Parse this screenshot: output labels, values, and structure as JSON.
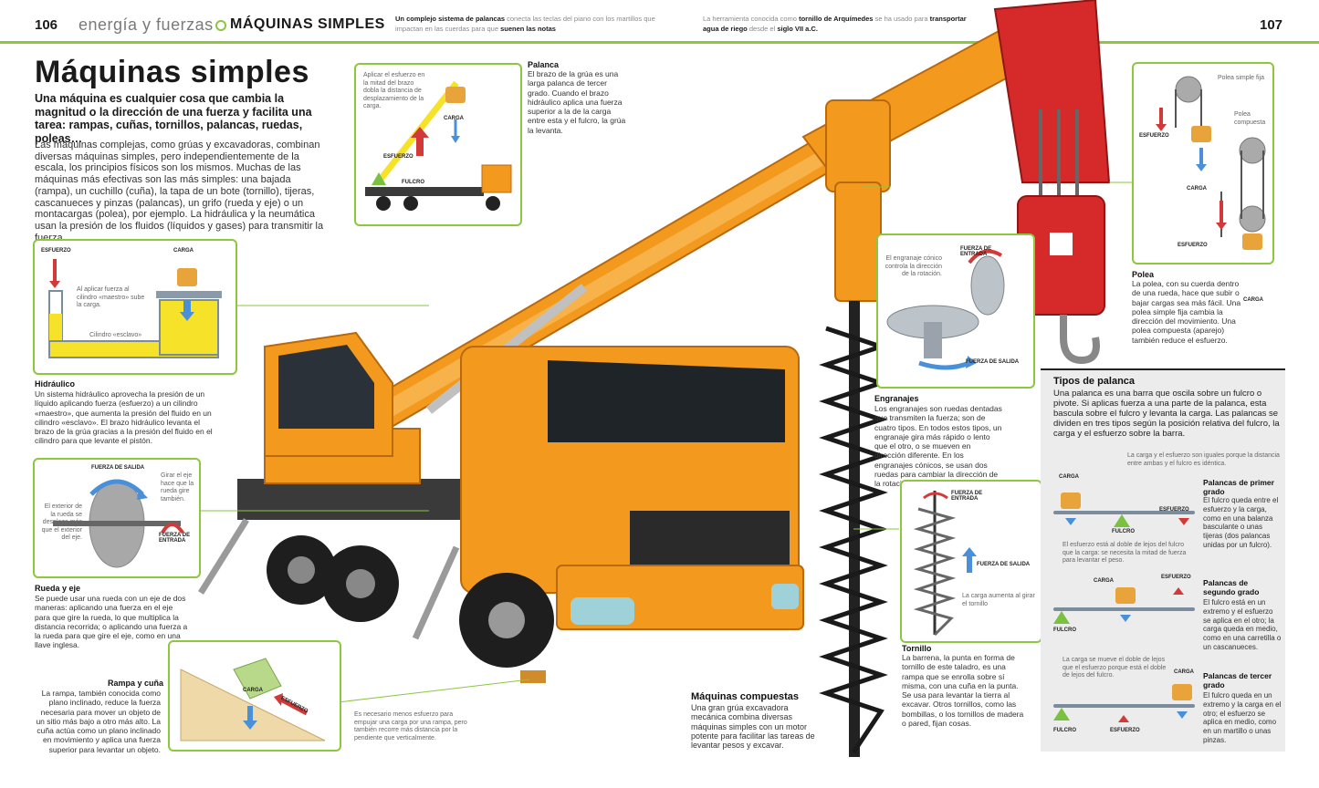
{
  "header": {
    "left_page": "106",
    "section": "energía y fuerzas",
    "chapter": "MÁQUINAS SIMPLES",
    "fact1_bold": "Un complejo sistema de palancas",
    "fact1_a": "conecta las teclas del piano con los",
    "fact1_b": "martillos que impactan en las cuerdas para que",
    "fact1_c": "suenen las notas",
    "fact2_a": "La herramienta conocida como",
    "fact2_bold": "tornillo de Arquímedes",
    "fact2_b": "se ha usado",
    "fact2_c": "para",
    "fact2_bold2": "transportar agua de riego",
    "fact2_d": "desde el",
    "fact2_bold3": "siglo VII a.C.",
    "right_page": "107"
  },
  "main": {
    "title": "Máquinas simples",
    "intro": "Una máquina es cualquier cosa que cambia la magnitud o la dirección de una fuerza y facilita una tarea: rampas, cuñas, tornillos, palancas, ruedas, poleas…",
    "body": "Las máquinas complejas, como grúas y excavadoras, combinan diversas máquinas simples, pero independientemente de la escala, los principios físicos son los mismos. Muchas de las máquinas más efectivas son las más simples: una bajada (rampa), un cuchillo (cuña), la tapa de un bote (tornillo), tijeras, cascanueces y pinzas (palancas), un grifo (rueda y eje) o un montacargas (polea), por ejemplo. La hidráulica y la neumática usan la presión de los fluidos (líquidos y gases) para transmitir la fuerza."
  },
  "hydraulic": {
    "label_esfuerzo": "ESFUERZO",
    "label_carga": "CARGA",
    "cap_maestro": "Al aplicar fuerza al cilindro «maestro» sube la carga.",
    "cap_esclavo": "Cilindro «esclavo»",
    "heading": "Hidráulico",
    "text": "Un sistema hidráulico aprovecha la presión de un líquido aplicando fuerza (esfuerzo) a un cilindro «maestro», que aumenta la presión del fluido en un cilindro «esclavo». El brazo hidráulico levanta el brazo de la grúa gracias a la presión del fluido en el cilindro para que levante el pistón."
  },
  "wheel": {
    "label_salida": "FUERZA DE SALIDA",
    "label_entrada": "FUERZA DE ENTRADA",
    "cap_girar": "Girar el eje hace que la rueda gire también.",
    "cap_exterior": "El exterior de la rueda se desplaza más que el exterior del eje.",
    "heading": "Rueda y eje",
    "text": "Se puede usar una rueda con un eje de dos maneras: aplicando una fuerza en el eje para que gire la rueda, lo que multiplica la distancia recorrida; o aplicando una fuerza a la rueda para que gire el eje, como en una llave inglesa."
  },
  "ramp": {
    "heading": "Rampa y cuña",
    "text": "La rampa, también conocida como plano inclinado, reduce la fuerza necesaria para mover un objeto de un sitio más bajo a otro más alto. La cuña actúa como un plano inclinado en movimiento y aplica una fuerza superior para levantar un objeto.",
    "label_carga": "CARGA",
    "label_esfuerzo": "ESFUERZO",
    "cap": "Es necesario menos esfuerzo para empujar una carga por una rampa, pero también recorre más distancia por la pendiente que verticalmente."
  },
  "lever_inset": {
    "cap": "Aplicar el esfuerzo en la mitad del brazo dobla la distancia de desplazamiento de la carga.",
    "label_carga": "CARGA",
    "label_esfuerzo": "ESFUERZO",
    "label_fulcro": "FULCRO",
    "heading": "Palanca",
    "text": "El brazo de la grúa es una larga palanca de tercer grado. Cuando el brazo hidráulico aplica una fuerza superior a la de la carga entre esta y el fulcro, la grúa la levanta."
  },
  "gears": {
    "cap": "El engranaje cónico controla la dirección de la rotación.",
    "label_entrada": "FUERZA DE ENTRADA",
    "label_salida": "FUERZA DE SALIDA",
    "heading": "Engranajes",
    "text": "Los engranajes son ruedas dentadas que transmiten la fuerza; son de cuatro tipos. En todos estos tipos, un engranaje gira más rápido o lento que el otro, o se mueven en dirección diferente. En los engranajes cónicos, se usan dos ruedas para cambiar la dirección de la rotación."
  },
  "screw": {
    "label_entrada": "FUERZA DE ENTRADA",
    "label_salida": "FUERZA DE SALIDA",
    "cap": "La carga aumenta al girar el tornillo",
    "heading": "Tornillo",
    "text": "La barrena, la punta en forma de tornillo de este taladro, es una rampa que se enrolla sobre sí misma, con una cuña en la punta. Se usa para levantar la tierra al excavar. Otros tornillos, como las bombillas, o los tornillos de madera o pared, fijan cosas."
  },
  "compound": {
    "heading": "Máquinas compuestas",
    "text": "Una gran grúa excavadora mecánica combina diversas máquinas simples con un motor potente para facilitar las tareas de levantar pesos y excavar."
  },
  "pulley": {
    "label_fija": "Polea simple fija",
    "label_compuesta": "Polea compuesta",
    "label_esfuerzo1": "ESFUERZO",
    "label_carga1": "CARGA",
    "label_esfuerzo2": "ESFUERZO",
    "label_carga2": "CARGA",
    "heading": "Polea",
    "text": "La polea, con su cuerda dentro de una rueda, hace que subir o bajar cargas sea más fácil. Una polea simple fija cambia la dirección del movimiento. Una polea compuesta (aparejo) también reduce el esfuerzo."
  },
  "lever_types": {
    "heading": "Tipos de palanca",
    "intro": "Una palanca es una barra que oscila sobre un fulcro o pivote. Si aplicas fuerza a una parte de la palanca, esta bascula sobre el fulcro y levanta la carga. Las palancas se dividen en tres tipos según la posición relativa del fulcro, la carga y el esfuerzo sobre la barra.",
    "first_note": "La carga y el esfuerzo son iguales porque la distancia entre ambas y el fulcro es idéntica.",
    "first_carga": "CARGA",
    "first_esfuerzo": "ESFUERZO",
    "first_fulcro": "FULCRO",
    "first_heading": "Palancas de primer grado",
    "first_text": "El fulcro queda entre el esfuerzo y la carga, como en una balanza basculante o unas tijeras (dos palancas unidas por un fulcro).",
    "second_note": "El esfuerzo está al doble de lejos del fulcro que la carga: se necesita la mitad de fuerza para levantar el peso.",
    "second_carga": "CARGA",
    "second_esfuerzo": "ESFUERZO",
    "second_fulcro": "FULCRO",
    "second_heading": "Palancas de segundo grado",
    "second_text": "El fulcro está en un extremo y el esfuerzo se aplica en el otro; la carga queda en medio, como en una carretilla o un cascanueces.",
    "third_note": "La carga se mueve el doble de lejos que el esfuerzo porque está el doble de lejos del fulcro.",
    "third_carga": "CARGA",
    "third_esfuerzo": "ESFUERZO",
    "third_fulcro": "FULCRO",
    "third_heading": "Palancas de tercer grado",
    "third_text": "El fulcro queda en un extremo y la carga en el otro; el esfuerzo se aplica en medio, como en un martillo o unas pinzas."
  },
  "colors": {
    "accent": "#8dc63f",
    "crane_orange": "#f39a1e",
    "hook_red": "#d62a2a",
    "effort_red": "#d23a3a",
    "load_blue": "#4a90d9",
    "fulcrum_green": "#7ac142",
    "weight_orange": "#e8a33a"
  }
}
